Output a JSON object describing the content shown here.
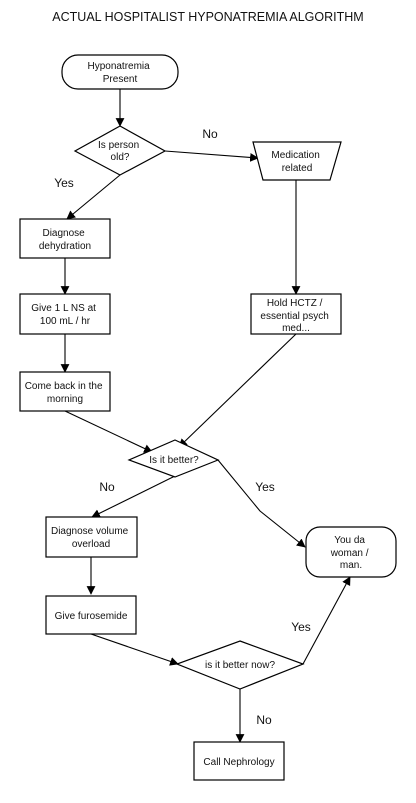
{
  "title": "ACTUAL HOSPITALIST HYPONATREMIA ALGORITHM",
  "nodes": {
    "start": [
      "Hyponatremia",
      "Present"
    ],
    "is_old": [
      "Is person",
      "old?"
    ],
    "medication": [
      "Medication",
      "related"
    ],
    "diagnose_dehydration": [
      "Diagnose",
      "dehydration"
    ],
    "give_ns": [
      "Give 1 L NS at",
      "100 mL / hr"
    ],
    "come_back": [
      "Come back in the",
      "morning"
    ],
    "hold_hctz": [
      "Hold HCTZ /",
      "essential psych",
      "med..."
    ],
    "is_better": [
      "Is it better?"
    ],
    "diagnose_volume": [
      "Diagnose volume",
      "overload"
    ],
    "give_furosemide": [
      "Give furosemide"
    ],
    "is_better_now": [
      "is it better now?"
    ],
    "you_da": [
      "You da",
      "woman /",
      "man."
    ],
    "nephrology": [
      "Call Nephrology"
    ]
  },
  "edge_labels": {
    "old_no": "No",
    "old_yes": "Yes",
    "better_no": "No",
    "better_yes": "Yes",
    "better_now_yes": "Yes",
    "better_now_no": "No"
  }
}
